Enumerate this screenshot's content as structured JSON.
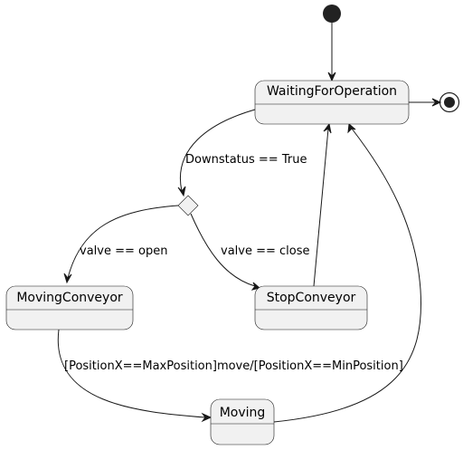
{
  "diagram": {
    "type": "state-machine",
    "states": [
      {
        "id": "waiting",
        "name": "WaitingForOperation"
      },
      {
        "id": "moving_conveyor",
        "name": "MovingConveyor"
      },
      {
        "id": "stop_conveyor",
        "name": "StopConveyor"
      },
      {
        "id": "moving",
        "name": "Moving"
      }
    ],
    "transitions": [
      {
        "id": "t_initial",
        "from": "initial",
        "to": "waiting",
        "label": ""
      },
      {
        "id": "t_final",
        "from": "waiting",
        "to": "final",
        "label": ""
      },
      {
        "id": "t_downstatus",
        "from": "waiting",
        "to": "choice",
        "label": "Downstatus == True"
      },
      {
        "id": "t_open",
        "from": "choice",
        "to": "moving_conveyor",
        "label": "valve == open"
      },
      {
        "id": "t_close",
        "from": "choice",
        "to": "stop_conveyor",
        "label": "valve == close"
      },
      {
        "id": "t_stop_back",
        "from": "stop_conveyor",
        "to": "waiting",
        "label": ""
      },
      {
        "id": "t_position",
        "from": "moving_conveyor",
        "to": "moving",
        "label": "[PositionX==MaxPosition]move/[PositionX==MinPosition]"
      },
      {
        "id": "t_moving_back",
        "from": "moving",
        "to": "waiting",
        "label": ""
      }
    ]
  }
}
